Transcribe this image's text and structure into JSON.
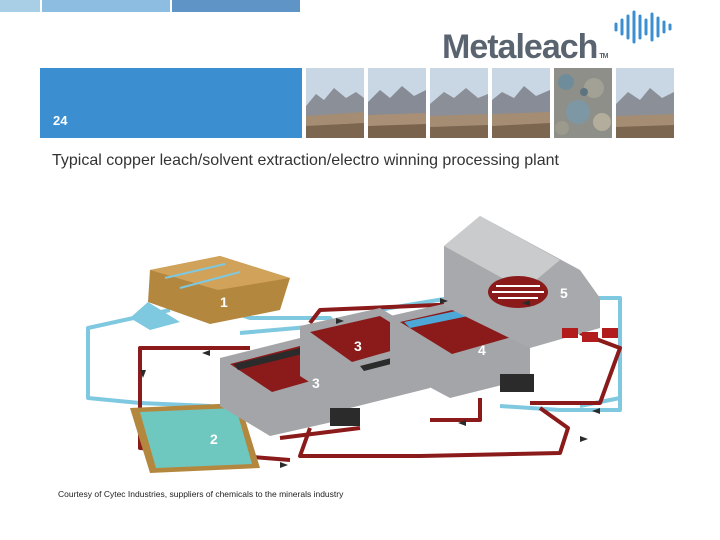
{
  "header": {
    "slide_number": "24",
    "logo": {
      "name": "Metaleach",
      "trademark": "TM"
    },
    "colors": {
      "banner": "#3b8fd0",
      "topbar": [
        "#a9cfe6",
        "#8dbde0",
        "#5f95c6"
      ]
    }
  },
  "title": "Typical copper leach/solvent extraction/electro winning processing plant",
  "diagram": {
    "labels": [
      "1",
      "2",
      "3",
      "3",
      "4",
      "5"
    ],
    "colors": {
      "aqueous_blue": "#7ec8e0",
      "organic_red": "#8b1a1a",
      "tank_gray": "#a3a5a8"
    }
  },
  "caption": "Courtesy of Cytec Industries, suppliers of chemicals to the minerals industry"
}
